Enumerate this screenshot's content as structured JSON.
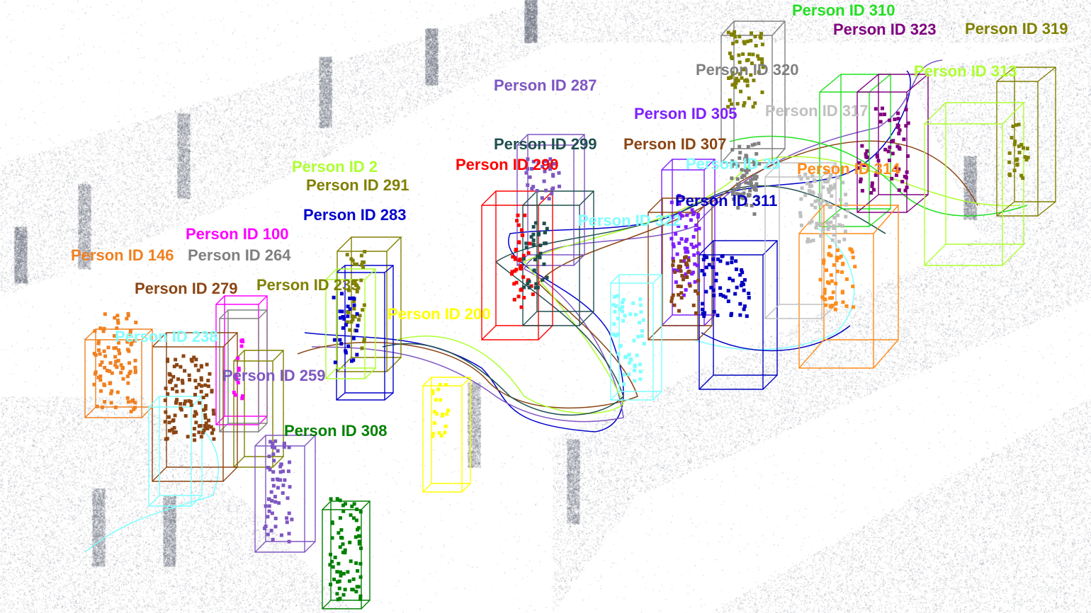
{
  "labels": [
    {
      "text": "Person ID 310",
      "color": "#22e022"
    },
    {
      "text": "Person ID 323",
      "color": "#800080"
    },
    {
      "text": "Person ID 319",
      "color": "#808000"
    },
    {
      "text": "Person ID 320",
      "color": "#808080"
    },
    {
      "text": "Person ID 313",
      "color": "#adff2f"
    },
    {
      "text": "Person ID 287",
      "color": "#7e57c2"
    },
    {
      "text": "Person ID 305",
      "color": "#7f1fff"
    },
    {
      "text": "Person ID 317",
      "color": "#c0c0c0"
    },
    {
      "text": "Person ID 299",
      "color": "#1f4f4f"
    },
    {
      "text": "Person ID 307",
      "color": "#8b4513"
    },
    {
      "text": "Person ID 290",
      "color": "#ff0000"
    },
    {
      "text": "Person ID 29",
      "color": "#80ffff"
    },
    {
      "text": "Person ID 314",
      "color": "#ff8c1a"
    },
    {
      "text": "Person ID 2",
      "color": "#adff2f"
    },
    {
      "text": "Person ID 291",
      "color": "#808000"
    },
    {
      "text": "Person ID 283",
      "color": "#0000cc"
    },
    {
      "text": "Person ID 311",
      "color": "#0000c0"
    },
    {
      "text": "Person ID 322",
      "color": "#80ffff"
    },
    {
      "text": "Person ID 100",
      "color": "#ff00ff"
    },
    {
      "text": "Person ID 146",
      "color": "#f08020"
    },
    {
      "text": "Person ID 264",
      "color": "#808080"
    },
    {
      "text": "Person ID 235",
      "color": "#808000"
    },
    {
      "text": "Person ID 279",
      "color": "#8b4513"
    },
    {
      "text": "Person ID 200",
      "color": "#ffff00"
    },
    {
      "text": "Person ID 238",
      "color": "#80ffff"
    },
    {
      "text": "Person ID 259",
      "color": "#7e57c2"
    },
    {
      "text": "Person ID 308",
      "color": "#008000"
    }
  ],
  "point_cloud_color": "#5a6070"
}
